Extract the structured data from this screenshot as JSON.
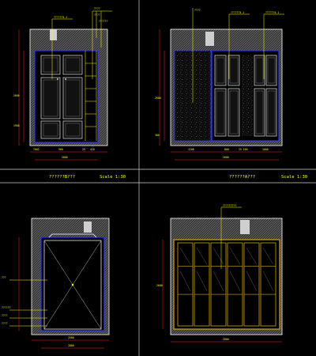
{
  "colors": {
    "background": "#000000",
    "wall_fill": "#4a4a4a",
    "wall_edge": "#ffffff",
    "panel": "#ffffff",
    "frame": "#3333ff",
    "dimension": "#ff2020",
    "annotation": "#ffff00",
    "divider": "#ffffff"
  },
  "captions": [
    {
      "title": "??????B???",
      "scale": "Scale 1:30"
    },
    {
      "title": "??????A???",
      "scale": "Scale 1:30"
    }
  ],
  "labels": {
    "tl_tag1": "??????4.1",
    "tl_tag2": "????",
    "tl_tag3": "????",
    "tl_tag4": "??????",
    "tr_tag1": "????",
    "tr_tag2": "??????4.1",
    "tr_tag3": "??????4.1",
    "br_tag1": "?????????",
    "bl_tag1": "???",
    "bl_tag2": "??????",
    "bl_tag3": "????",
    "bl_tag4": "????"
  },
  "dims": {
    "tl_bottom": [
      "7002",
      "560",
      "25",
      "420"
    ],
    "tl_total": "2800",
    "tl_left": [
      "2600",
      "1900"
    ],
    "tr_bottom": [
      "1200",
      "800",
      "25 100",
      "1000"
    ],
    "tr_total": "2600",
    "tr_left": [
      "2600",
      "300"
    ],
    "bl_bottom": "2500",
    "bl_total": "2800",
    "br_bottom": "2800",
    "br_left": "2600"
  },
  "icons": {
    "center_mark": "x-cross-icon",
    "leader": "leader-line-icon"
  }
}
